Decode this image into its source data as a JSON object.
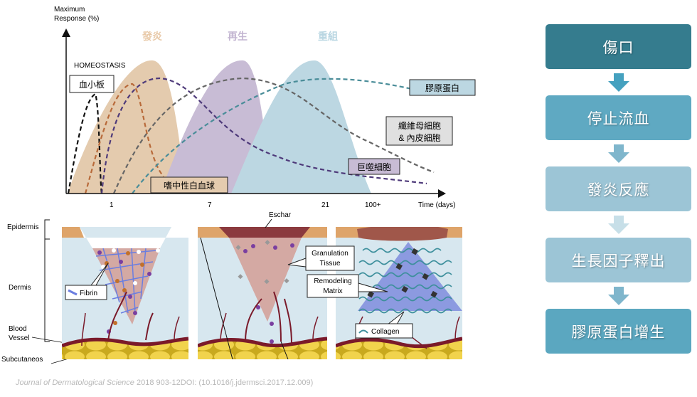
{
  "chart": {
    "y_label": [
      "Maximum",
      "Response (%)"
    ],
    "phases": [
      "發炎",
      "再生",
      "重組"
    ],
    "homeostasis": "HOMEOSTASIS",
    "x_ticks": [
      "1",
      "7",
      "21",
      "100+"
    ],
    "x_label": "Time (days)",
    "cells": {
      "platelet": "血小板",
      "neutrophil": "嗜中性白血球",
      "macrophage": "巨噬細胞",
      "fibroblast": [
        "纖維母細胞",
        "& 內皮細胞"
      ],
      "collagen": "膠原蛋白"
    }
  },
  "skin": {
    "layers": {
      "epidermis": "Epidermis",
      "dermis": "Dermis",
      "blood_vessel": [
        "Blood",
        "Vessel"
      ],
      "subcutaneous": "Subcutaneos"
    },
    "eschar": "Eschar",
    "granulation": [
      "Granulation",
      "Tissue"
    ],
    "remodeling": [
      "Remodeling",
      "Matrix"
    ],
    "fibrin": "Fibrin",
    "collagen": "Collagen"
  },
  "citation": {
    "journal": "Journal of Dermatological Science",
    "rest": " 2018 903-12DOI: (10.1016/j.jdermsci.2017.12.009)"
  },
  "flow": {
    "steps": [
      "傷口",
      "停止流血",
      "發炎反應",
      "生長因子釋出",
      "膠原蛋白增生"
    ],
    "colors": [
      "#357c8e",
      "#5fa9c2",
      "#9cc5d6",
      "#9cc5d6",
      "#5ba7c0"
    ]
  }
}
